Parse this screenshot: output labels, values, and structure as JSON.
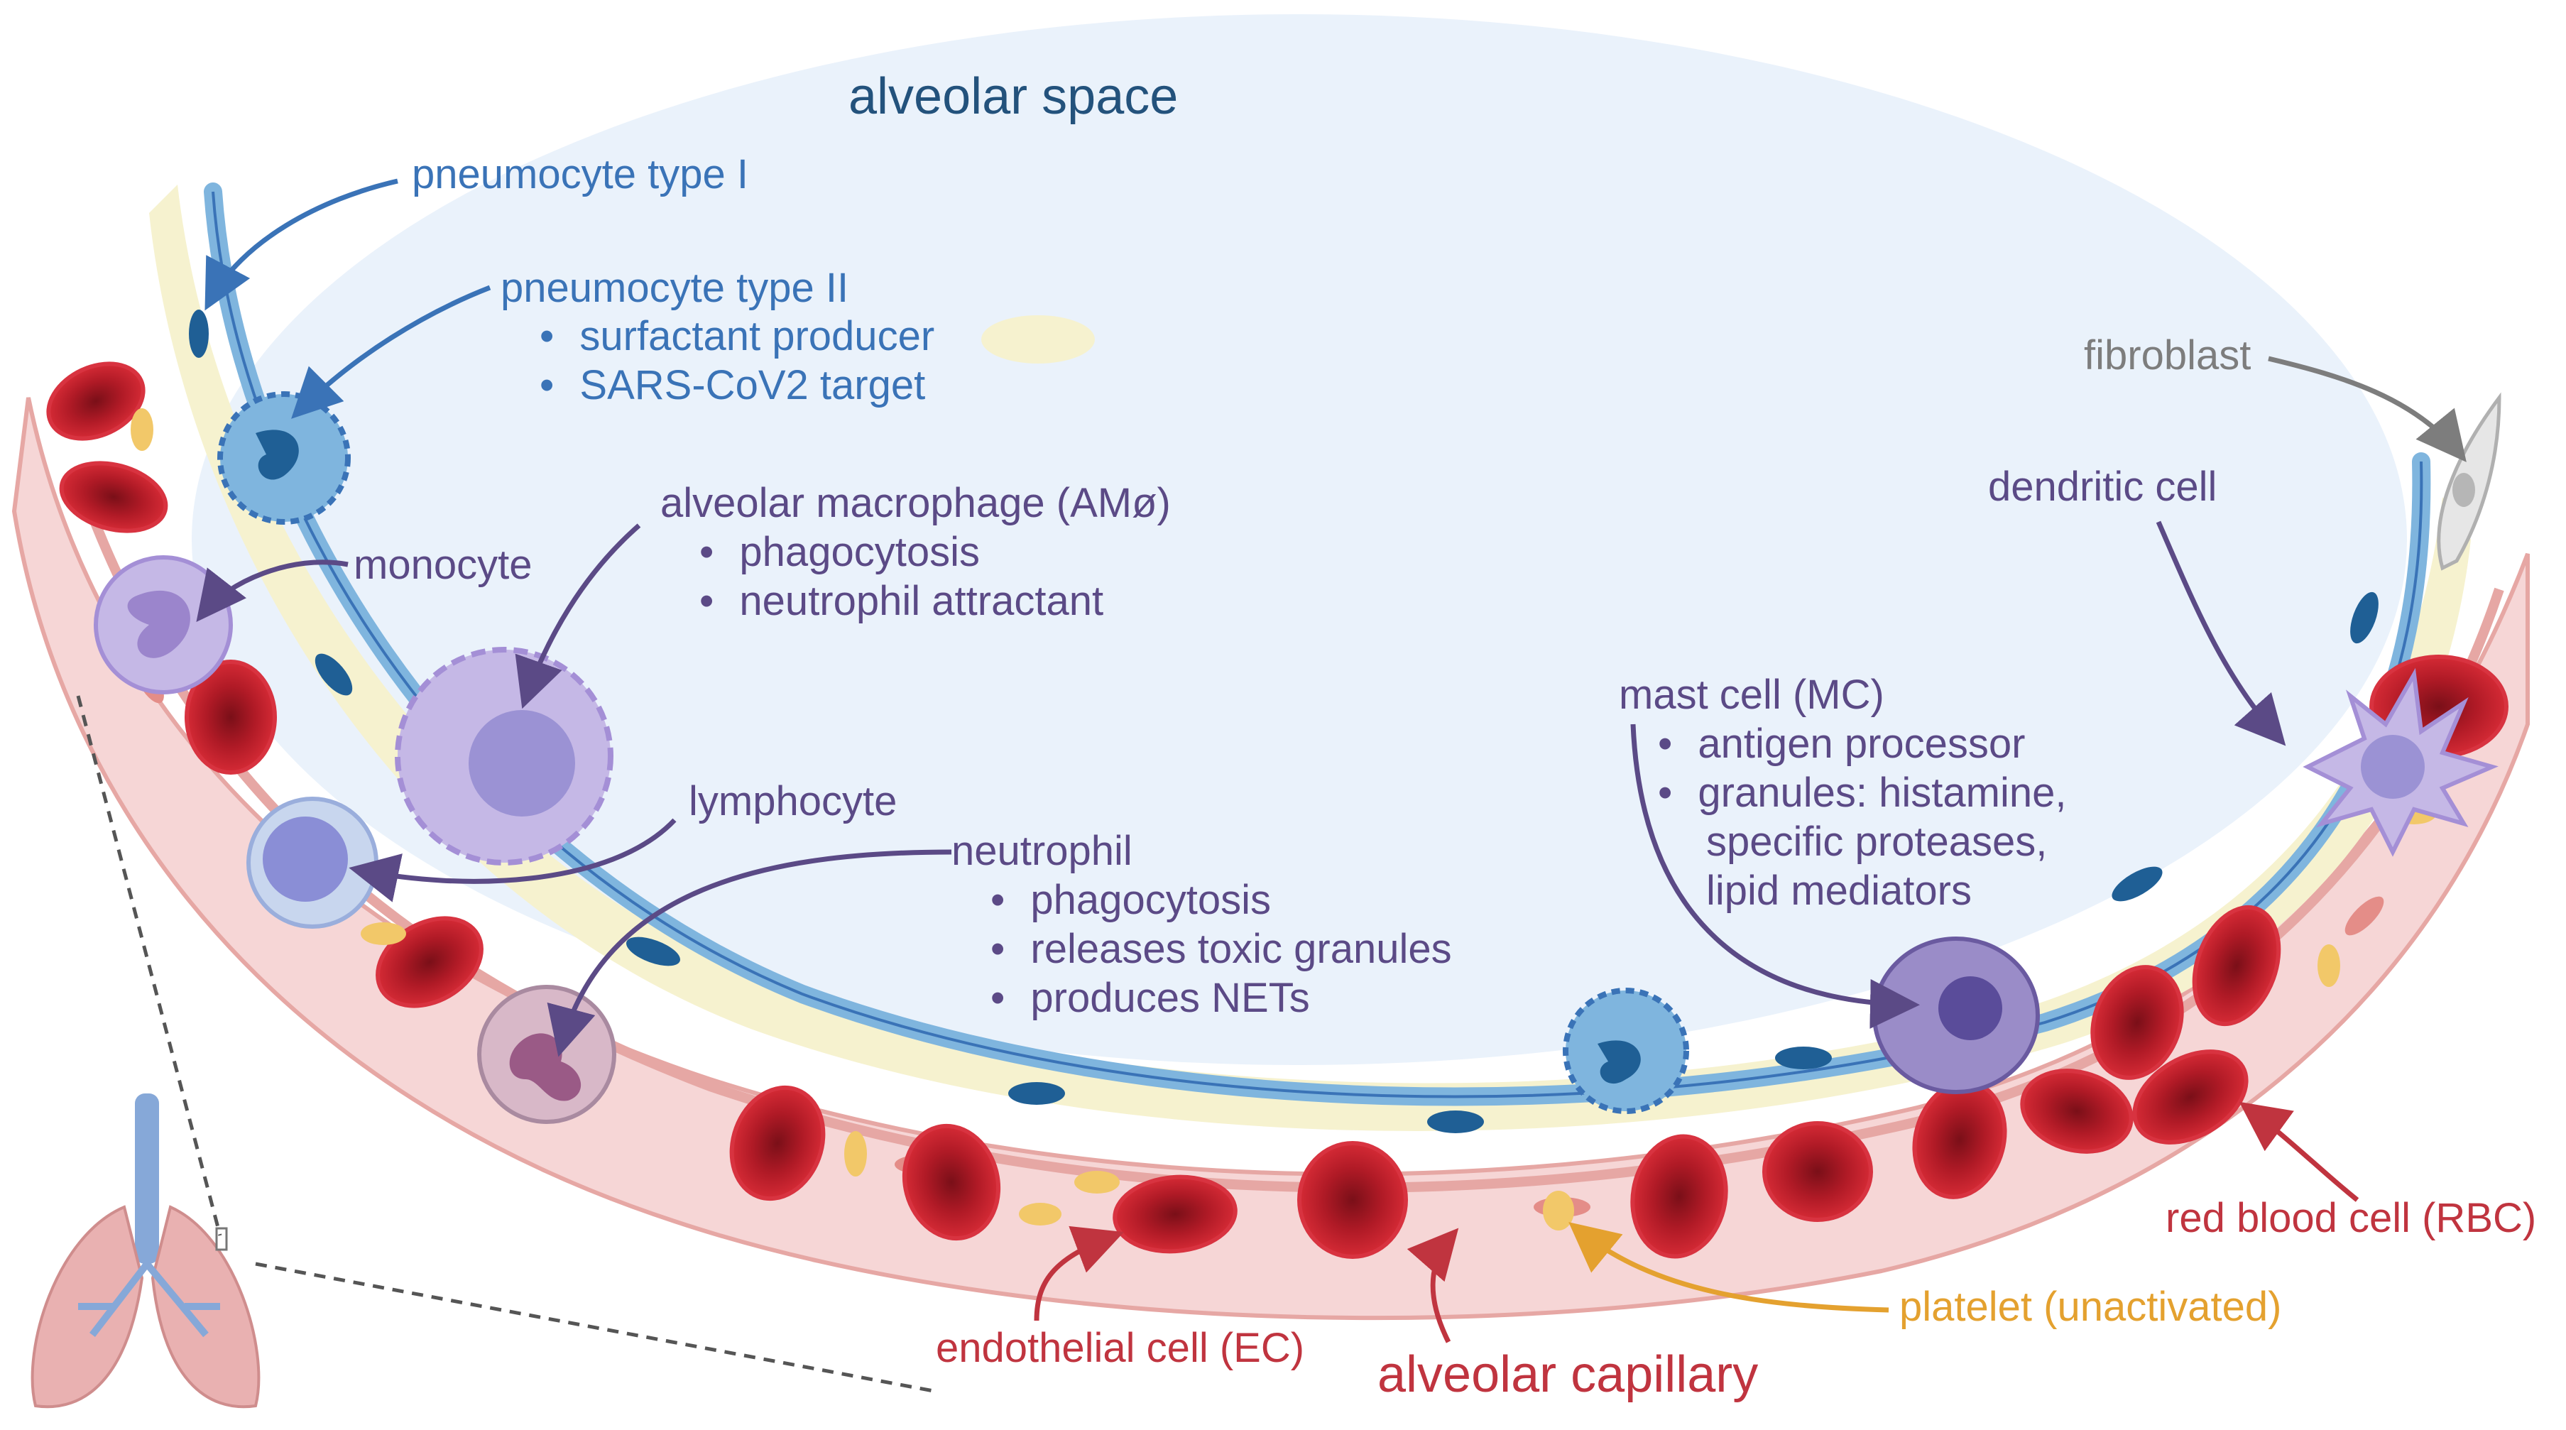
{
  "colors": {
    "alveolar_space": "#eaf2fb",
    "surfactant": "#f6f2cf",
    "pneumocyte": "#7fb5de",
    "capillary": "#f6d6d6",
    "endothelium": "#eab2ae",
    "rbc": "#c8202c",
    "platelet": "#f2c869",
    "immune_cell": "#c5b8e6",
    "label_blue": "#3a73b7",
    "label_navy": "#23527c",
    "label_purple": "#5b4a86",
    "label_red": "#c0343f",
    "label_orange": "#e4a12f",
    "label_grey": "#7d7d7d"
  },
  "labels": {
    "alveolar_space": "alveolar space",
    "pneumocyte_type_1": "pneumocyte type I",
    "pneumocyte_type_2": {
      "title": "pneumocyte type II",
      "bullets": [
        "surfactant producer",
        "SARS-CoV2 target"
      ]
    },
    "alveolar_macrophage": {
      "title": "alveolar macrophage (AMø)",
      "bullets": [
        "phagocytosis",
        "neutrophil attractant"
      ]
    },
    "monocyte": "monocyte",
    "lymphocyte": "lymphocyte",
    "neutrophil": {
      "title": "neutrophil",
      "bullets": [
        "phagocytosis",
        "releases toxic granules",
        "produces NETs"
      ]
    },
    "mast_cell": {
      "title": "mast cell (MC)",
      "bullets": [
        "antigen processor",
        "granules: histamine,"
      ],
      "continuation": [
        "specific proteases,",
        "lipid mediators"
      ]
    },
    "fibroblast": "fibroblast",
    "dendritic_cell": "dendritic cell",
    "red_blood_cell": "red blood cell (RBC)",
    "platelet": "platelet (unactivated)",
    "endothelial_cell": "endothelial cell (EC)",
    "alveolar_capillary": "alveolar capillary"
  }
}
